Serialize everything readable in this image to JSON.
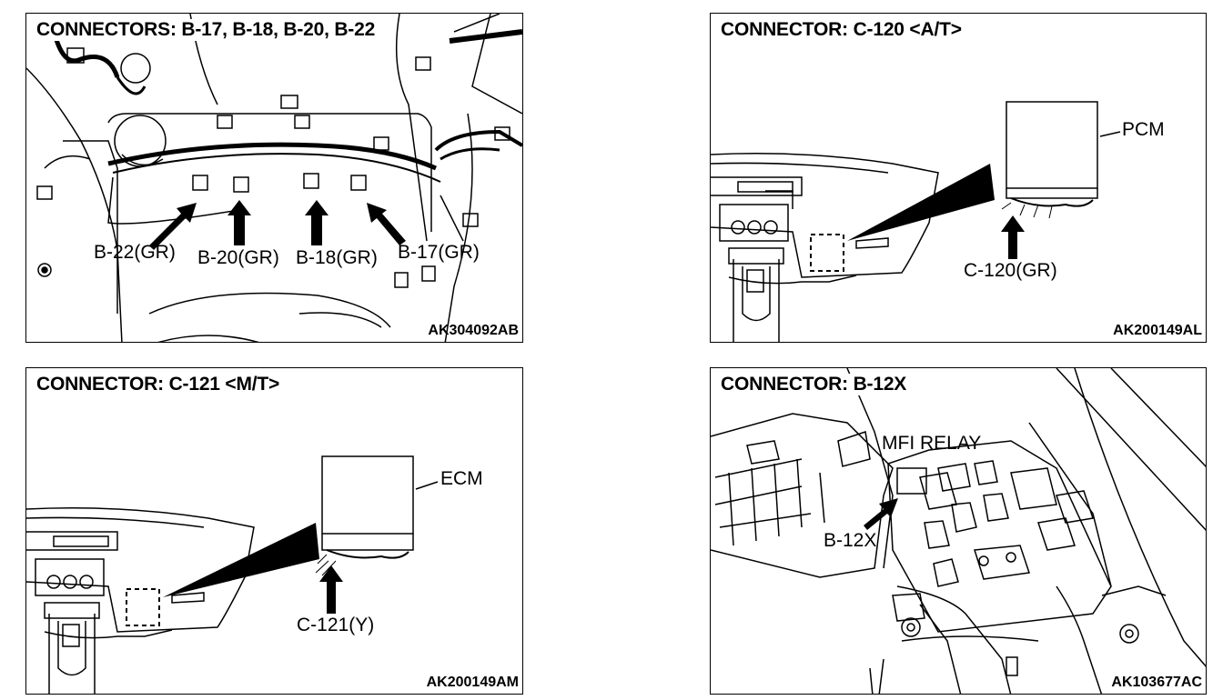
{
  "panels": [
    {
      "title": "CONNECTORS: B-17, B-18, B-20, B-22",
      "code": "AK304092AB",
      "labels": [
        "B-22(GR)",
        "B-20(GR)",
        "B-18(GR)",
        "B-17(GR)"
      ]
    },
    {
      "title": "CONNECTOR: C-120 <A/T>",
      "code": "AK200149AL",
      "labels": [
        "PCM",
        "C-120(GR)"
      ]
    },
    {
      "title": "CONNECTOR: C-121 <M/T>",
      "code": "AK200149AM",
      "labels": [
        "ECM",
        "C-121(Y)"
      ]
    },
    {
      "title": "CONNECTOR: B-12X",
      "code": "AK103677AC",
      "labels": [
        "MFI RELAY",
        "B-12X"
      ]
    }
  ]
}
